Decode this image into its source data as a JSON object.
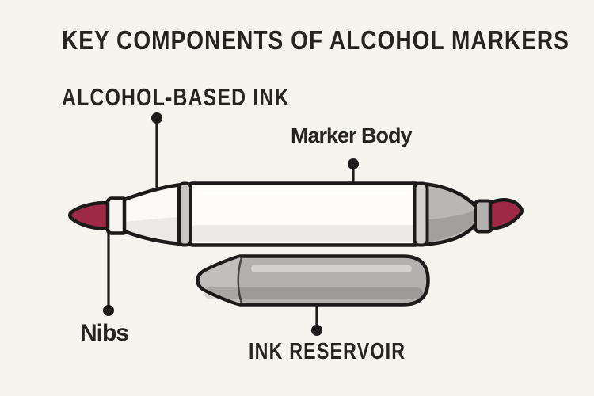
{
  "title": "KEY COMPONENTS OF ALCOHOL MARKERS",
  "labels": {
    "alcohol_ink": "ALCOHOL-BASED INK",
    "marker_body": "Marker Body",
    "nibs": "Nibs",
    "ink_reservoir": "INK RESERVOIR"
  },
  "colors": {
    "background": "#f6f4ef",
    "text": "#262321",
    "outline": "#1d1b19",
    "nib_red": "#9e2946",
    "marker_body_white": "#fcfbf8",
    "cap_gray": "#b8b7b5",
    "ring_gray": "#c7c6c4",
    "reservoir_gray": "#b3b1af"
  },
  "diagram": {
    "subject": "Dual-tip alcohol marker with ink reservoir",
    "callouts": [
      {
        "label": "ALCOHOL-BASED INK",
        "points_to": "front cone of marker"
      },
      {
        "label": "Marker Body",
        "points_to": "white barrel"
      },
      {
        "label": "Nibs",
        "points_to": "red brush nib on left tip"
      },
      {
        "label": "INK RESERVOIR",
        "points_to": "gray cylinder below marker"
      }
    ]
  }
}
